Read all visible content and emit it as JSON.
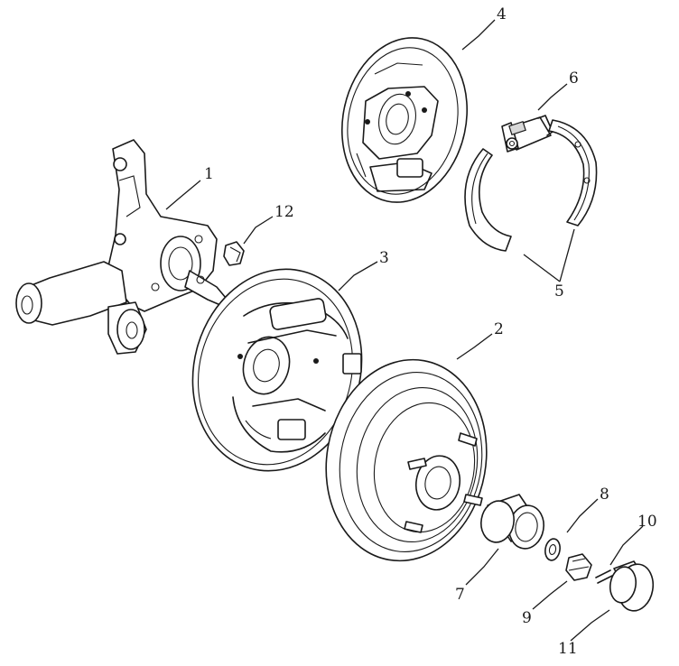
{
  "diagram": {
    "type": "exploded parts diagram",
    "callouts": {
      "c1": "1",
      "c2": "2",
      "c3": "3",
      "c4": "4",
      "c5": "5",
      "c6": "6",
      "c7": "7",
      "c8": "8",
      "c9": "9",
      "c10": "10",
      "c11": "11",
      "c12": "12"
    }
  }
}
